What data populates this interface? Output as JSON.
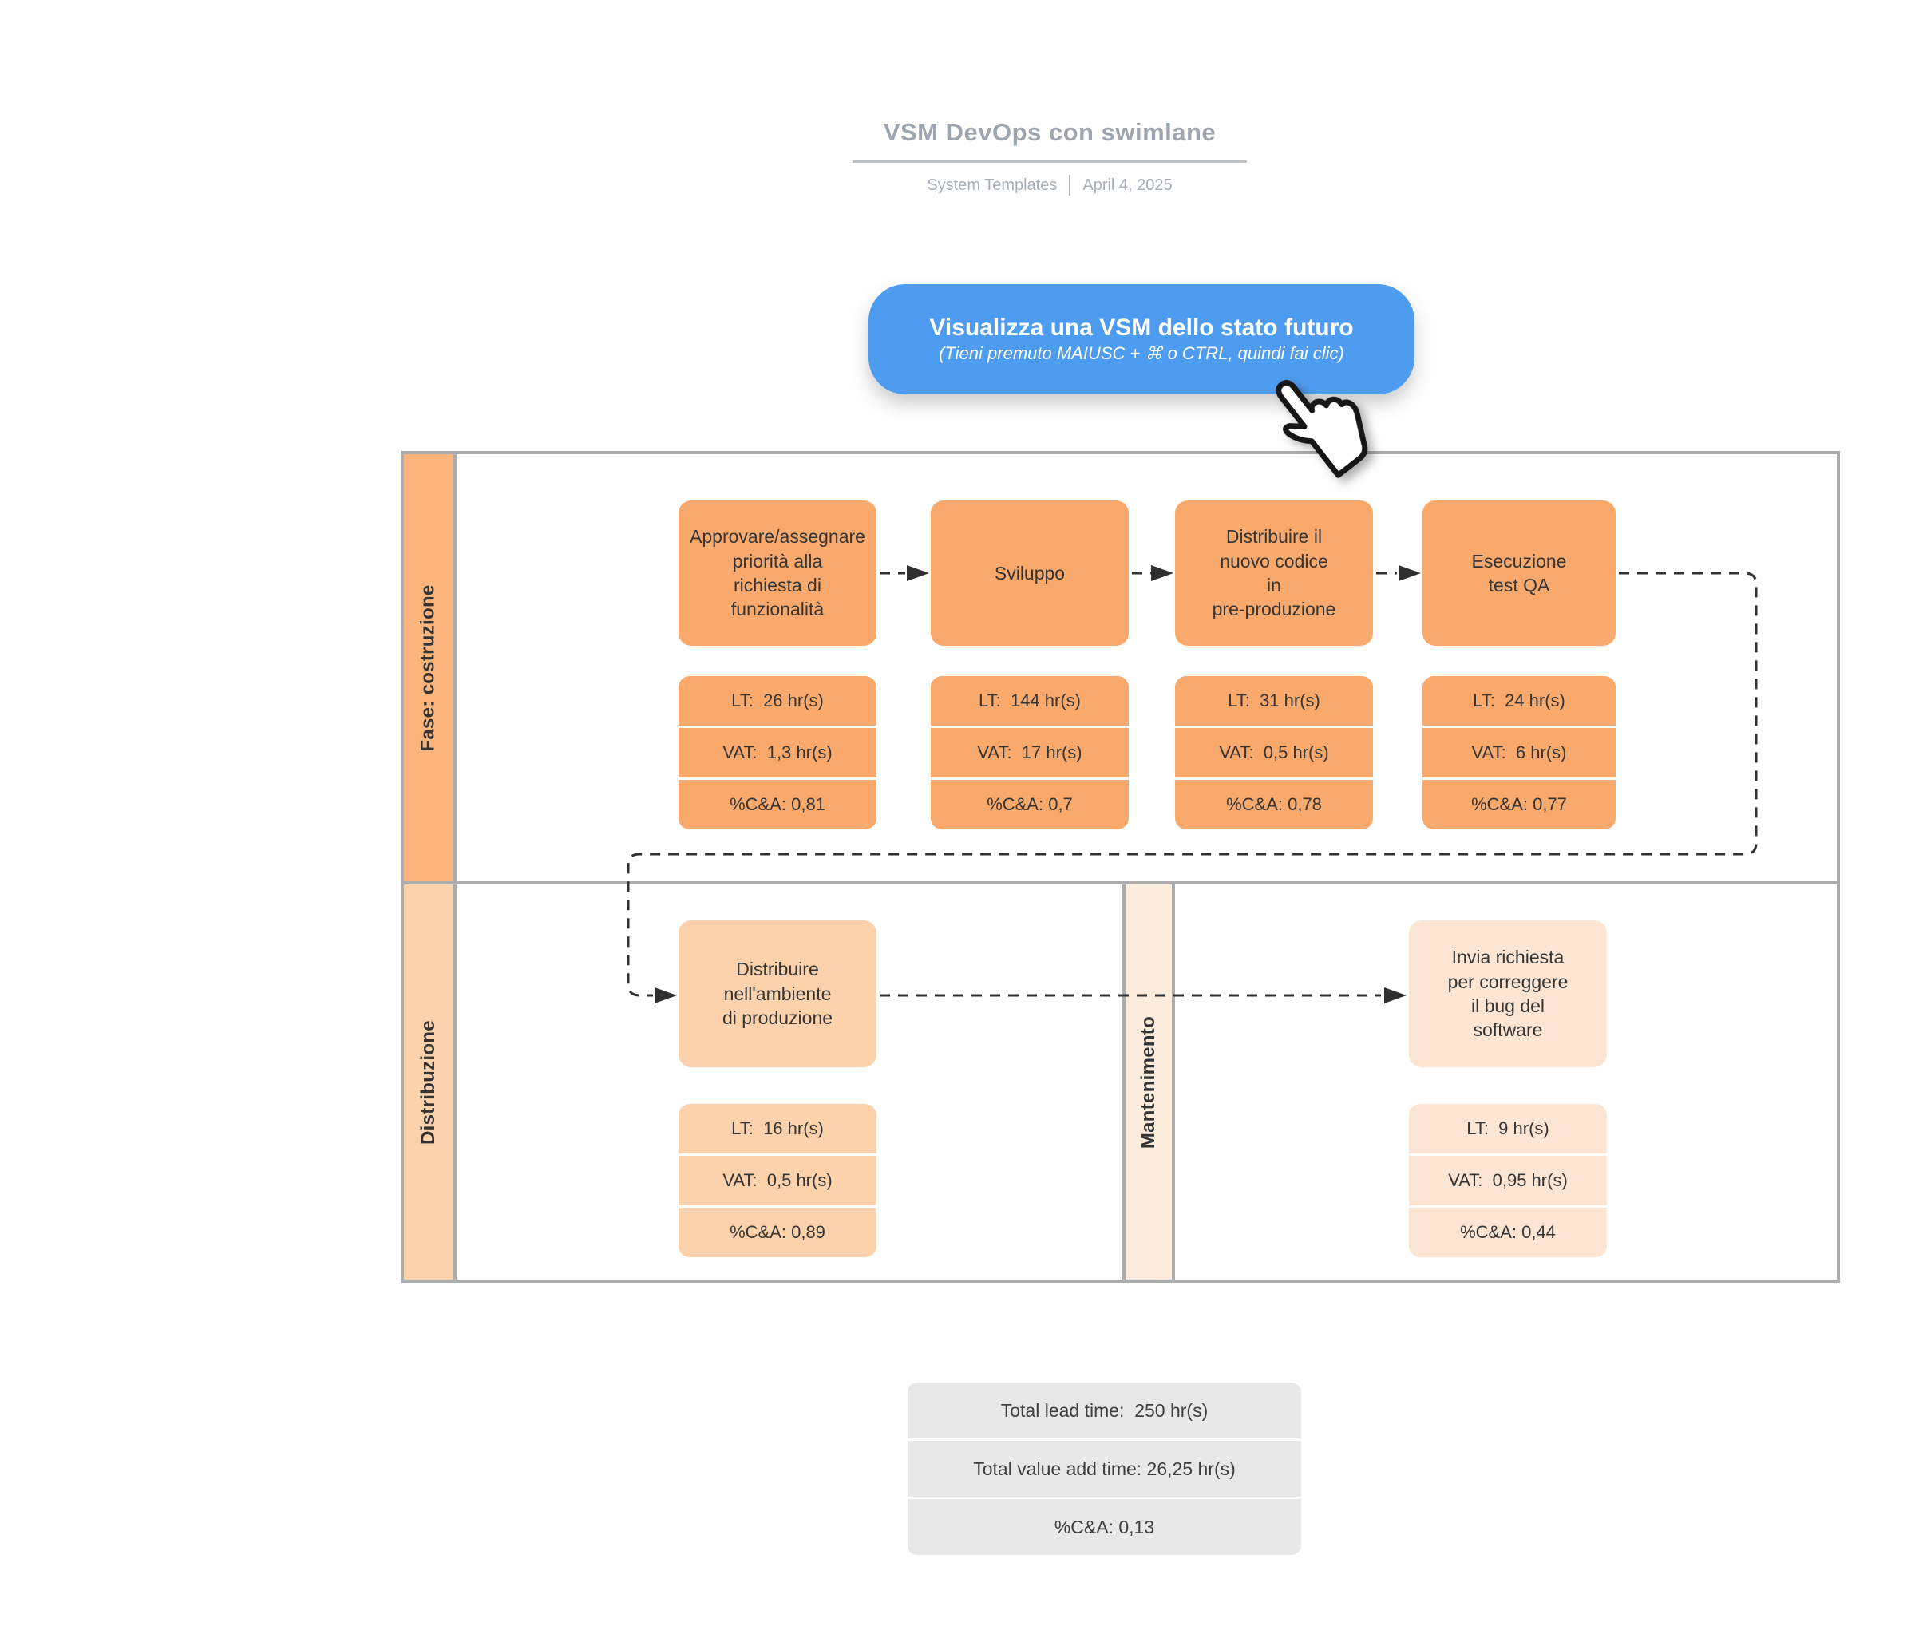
{
  "header": {
    "title": "VSM DevOps con swimlane",
    "subtitle_left": "System Templates",
    "subtitle_right": "April 4, 2025"
  },
  "button": {
    "line1": "Visualizza una VSM dello stato futuro",
    "line2": "(Tieni premuto MAIUSC + ⌘ o CTRL, quindi fai clic)"
  },
  "lanes": {
    "construction": "Fase: costruzione",
    "distribution": "Distribuzione",
    "maintenance": "Mantenimento"
  },
  "processes": [
    {
      "label": "Approvare/assegnare\npriorità alla\nrichiesta di\nfunzionalità",
      "lt": "LT:  26 hr(s)",
      "vat": "VAT:  1,3 hr(s)",
      "ca": "%C&A: 0,81"
    },
    {
      "label": "Sviluppo",
      "lt": "LT:  144 hr(s)",
      "vat": "VAT:  17 hr(s)",
      "ca": "%C&A: 0,7"
    },
    {
      "label": "Distribuire il\nnuovo codice\nin\npre-produzione",
      "lt": "LT:  31 hr(s)",
      "vat": "VAT:  0,5 hr(s)",
      "ca": "%C&A: 0,78"
    },
    {
      "label": "Esecuzione\ntest QA",
      "lt": "LT:  24 hr(s)",
      "vat": "VAT:  6 hr(s)",
      "ca": "%C&A: 0,77"
    },
    {
      "label": "Distribuire\nnell'ambiente\ndi produzione",
      "lt": "LT:  16 hr(s)",
      "vat": "VAT:  0,5 hr(s)",
      "ca": "%C&A: 0,89"
    },
    {
      "label": "Invia richiesta\nper correggere\nil bug del\nsoftware",
      "lt": "LT:  9 hr(s)",
      "vat": "VAT:  0,95 hr(s)",
      "ca": "%C&A: 0,44"
    }
  ],
  "summary": {
    "lead_time": "Total lead time:  250 hr(s)",
    "value_add_time": "Total value add time: 26,25 hr(s)",
    "ca": "%C&A: 0,13"
  },
  "colors": {
    "row1_fill": "#F9A96B",
    "row1_lane": "#FBB47C",
    "row2_left": "#FCD2AC",
    "row2_right_lane": "#FDEBDC",
    "row2_right_fill": "#FCE5D2",
    "lane_border": "#ACACAC",
    "connector": "#2F2F2F",
    "button_bg": "#4E9CF0",
    "button_text": "#FFFFFF",
    "summary_bg": "#E8E8E8",
    "title_text": "#9DA6B0",
    "subtitle_text": "#A6AEB7",
    "rule": "#BCC2C9",
    "box_text": "#353535"
  }
}
